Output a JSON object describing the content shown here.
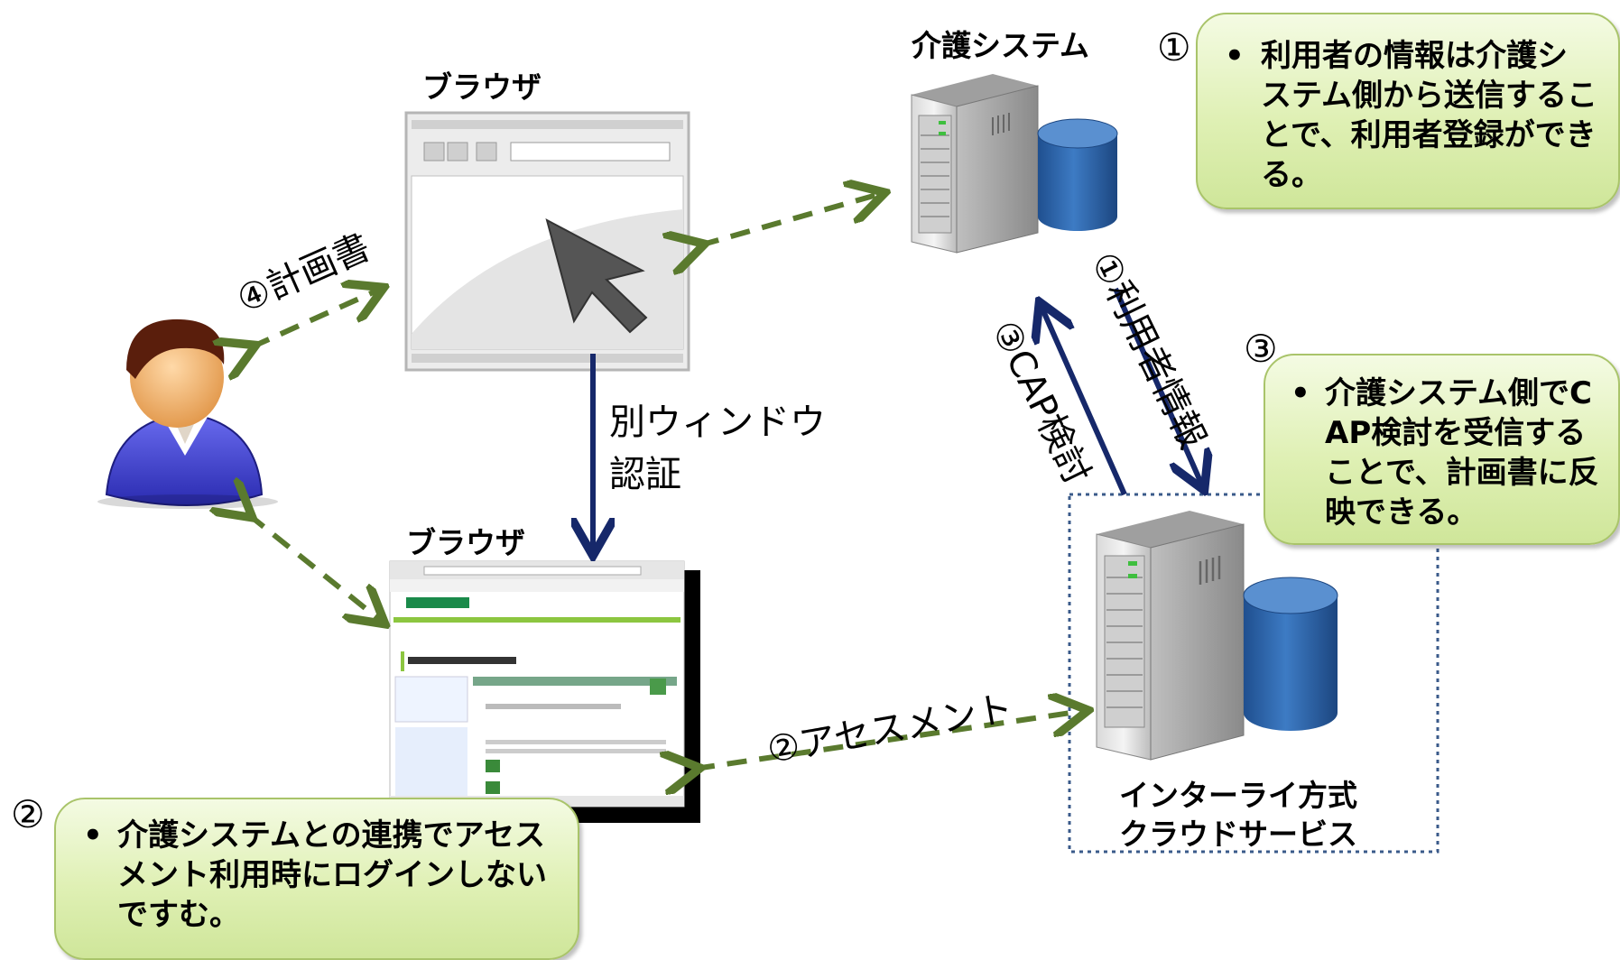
{
  "labels": {
    "browser_top": "ブラウザ",
    "browser_bottom": "ブラウザ",
    "care_system": "介護システム",
    "separate_window": "別ウィンドウ",
    "auth": "認証",
    "plan_arrow": "④計画書",
    "user_info_arrow": "①利用者情報",
    "cap_arrow": "③CAP検討",
    "assessment_arrow": "②アセスメント",
    "cloud_line1": "インターライ方式",
    "cloud_line2": "クラウドサービス"
  },
  "markers": {
    "one": "①",
    "two": "②",
    "three": "③"
  },
  "callouts": {
    "c1": {
      "bullet": "•",
      "lines": [
        "利用者の情報は介護シ",
        "ステム側から送信するこ",
        "とで、利用者登録ができ",
        "る。"
      ]
    },
    "c2": {
      "bullet": "•",
      "lines": [
        "介護システムとの連携でアセス",
        "メント利用時にログインしない",
        "ですむ。"
      ]
    },
    "c3": {
      "bullet": "•",
      "lines": [
        "介護システム側でC",
        "AP検討を受信する",
        "ことで、計画書に反",
        "映できる。"
      ]
    }
  },
  "colors": {
    "dashed_arrow": "#5a7a2e",
    "solid_arrow": "#16286a",
    "callout_border": "#a9c46a",
    "db_blue": "#2f6bb0",
    "dotted_box": "#3a5a8a"
  }
}
